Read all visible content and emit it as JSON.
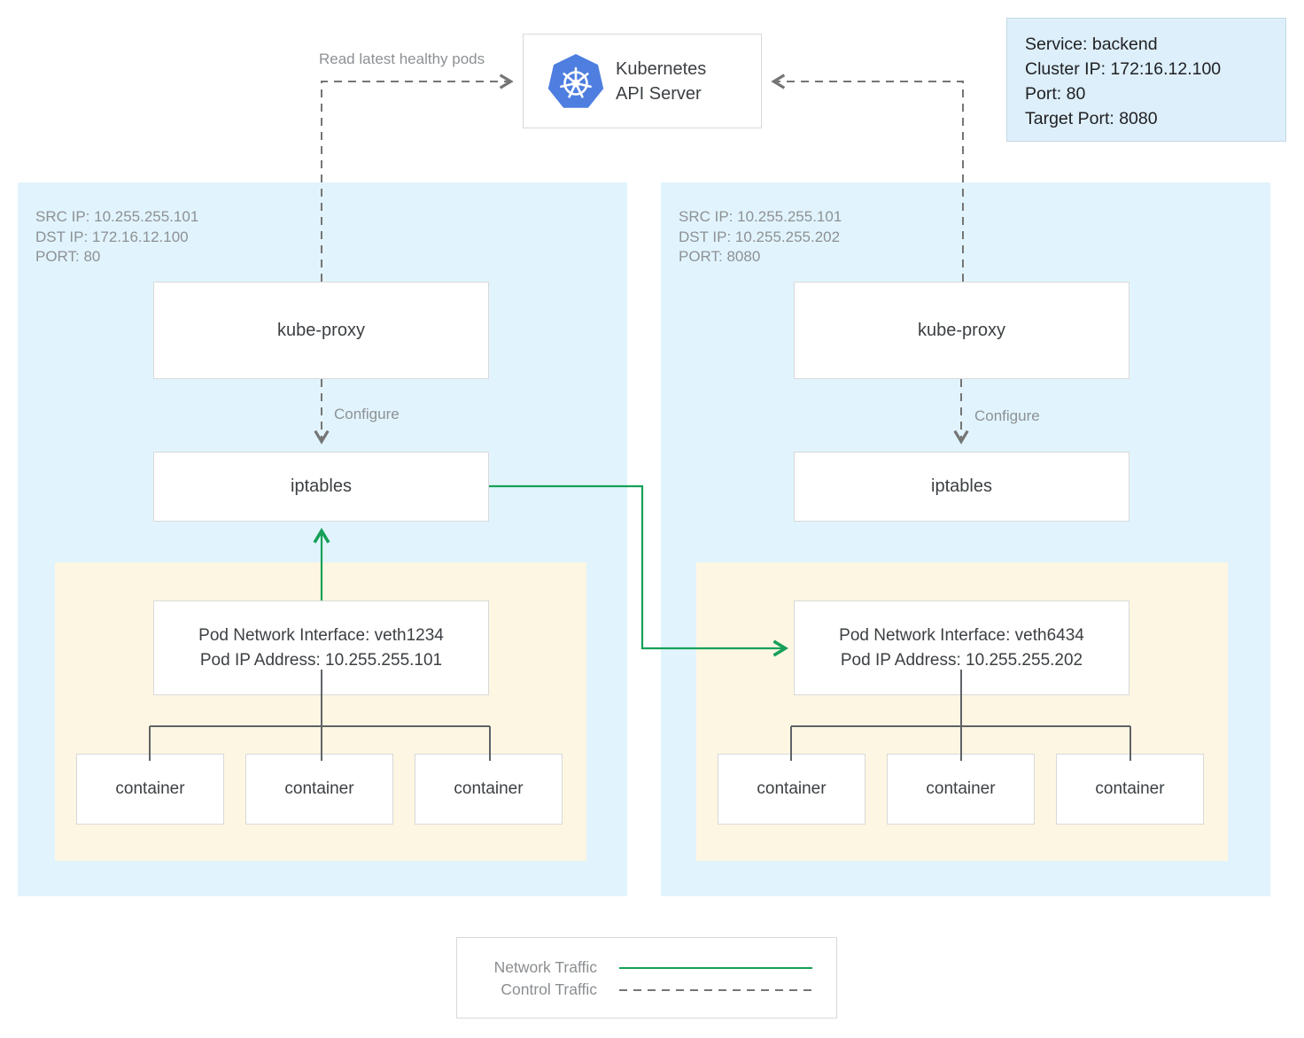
{
  "api_server": {
    "line1": "Kubernetes",
    "line2": "API Server"
  },
  "service_info": {
    "lines": [
      "Service: backend",
      "Cluster IP: 172:16.12.100",
      "Port: 80",
      "Target Port: 8080"
    ]
  },
  "annotations": {
    "read_latest_healthy_pods": "Read latest healthy pods",
    "configure": "Configure"
  },
  "nodes": [
    {
      "id": "node-left",
      "packet": [
        "SRC IP: 10.255.255.101",
        "DST IP: 172.16.12.100",
        "PORT: 80"
      ],
      "kube_proxy": "kube-proxy",
      "iptables": "iptables",
      "pod": {
        "interface_line1": "Pod Network Interface: veth1234",
        "interface_line2": "Pod IP Address: 10.255.255.101",
        "containers": [
          "container",
          "container",
          "container"
        ]
      }
    },
    {
      "id": "node-right",
      "packet": [
        "SRC IP: 10.255.255.101",
        "DST IP: 10.255.255.202",
        "PORT: 8080"
      ],
      "kube_proxy": "kube-proxy",
      "iptables": "iptables",
      "pod": {
        "interface_line1": "Pod Network Interface: veth6434",
        "interface_line2": "Pod IP Address: 10.255.255.202",
        "containers": [
          "container",
          "container",
          "container"
        ]
      }
    }
  ],
  "legend": {
    "network_label": "Network Traffic",
    "control_label": "Control Traffic"
  },
  "colors": {
    "node_bg": "#e1f4fd",
    "pod_bg": "#fdf6e2",
    "service_bg": "#ddeffa",
    "network_traffic_green": "#16a058",
    "control_traffic_gray": "#757575",
    "kubernetes_blue": "#4e7ee0"
  }
}
